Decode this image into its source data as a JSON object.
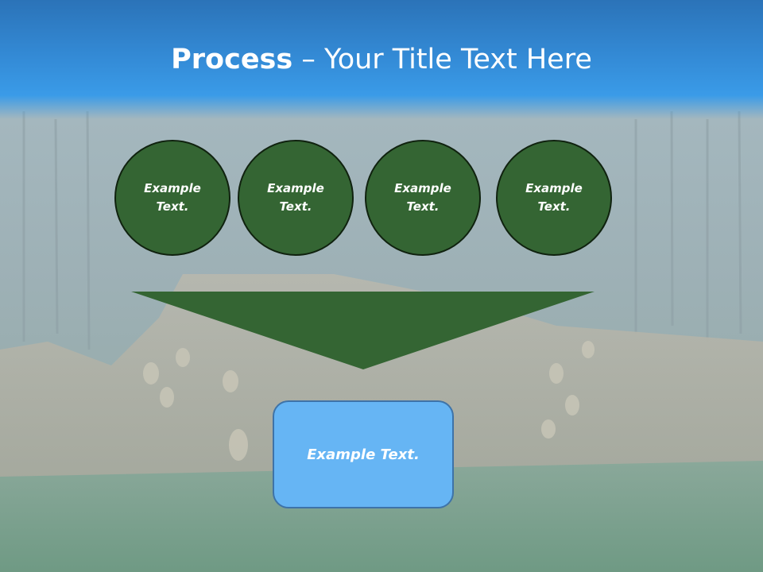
{
  "slide": {
    "title_bold": "Process",
    "title_rest": " – Your Title Text Here",
    "circles": [
      {
        "line1": "Example",
        "line2": "Text."
      },
      {
        "line1": "Example",
        "line2": "Text."
      },
      {
        "line1": "Example",
        "line2": "Text."
      },
      {
        "line1": "Example",
        "line2": "Text."
      }
    ],
    "result_text": "Example Text."
  },
  "colors": {
    "header_blue": "#3389d4",
    "circle_green": "#346533",
    "funnel_green": "#346533",
    "box_blue": "#66b5f4"
  },
  "icons": {
    "background": "misty-forest-log-pile-photo"
  }
}
